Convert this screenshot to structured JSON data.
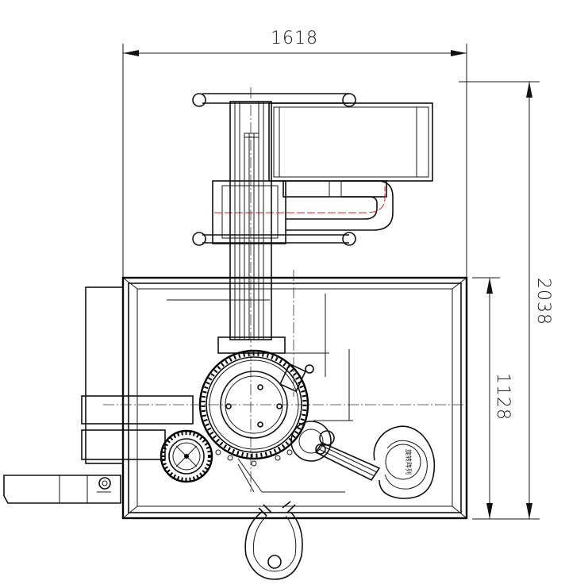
{
  "dimensions": {
    "width": "1618",
    "height": "2038",
    "inner_height": "1128"
  },
  "labels": {
    "part_note": "旋转阵列"
  },
  "colors": {
    "line": "#111111",
    "piping_centerline": "#e02020"
  }
}
